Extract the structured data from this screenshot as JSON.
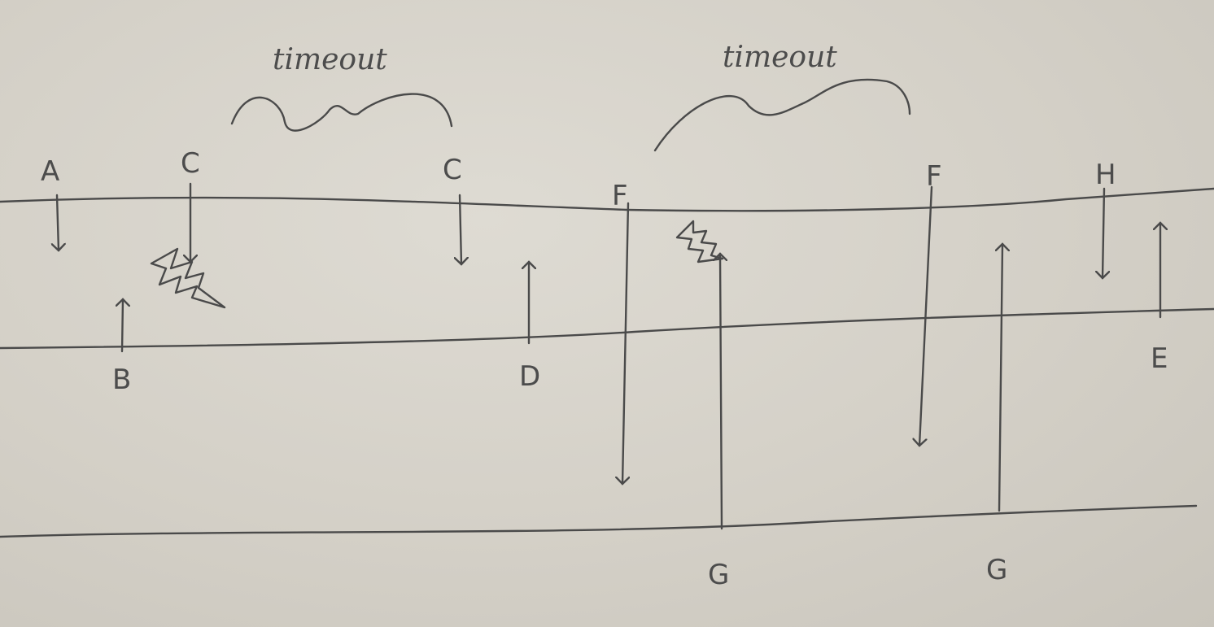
{
  "timelines": [
    "top",
    "middle",
    "bottom"
  ],
  "labels": {
    "A": "A",
    "B": "B",
    "C1": "C",
    "C2": "C",
    "D": "D",
    "E": "E",
    "F1": "F",
    "F2": "F",
    "G1": "G",
    "G2": "G",
    "H": "H"
  },
  "annotations": {
    "timeout_1": "timeout",
    "timeout_2": "timeout"
  },
  "icons": [
    "lightning-icon",
    "lightning-icon"
  ]
}
